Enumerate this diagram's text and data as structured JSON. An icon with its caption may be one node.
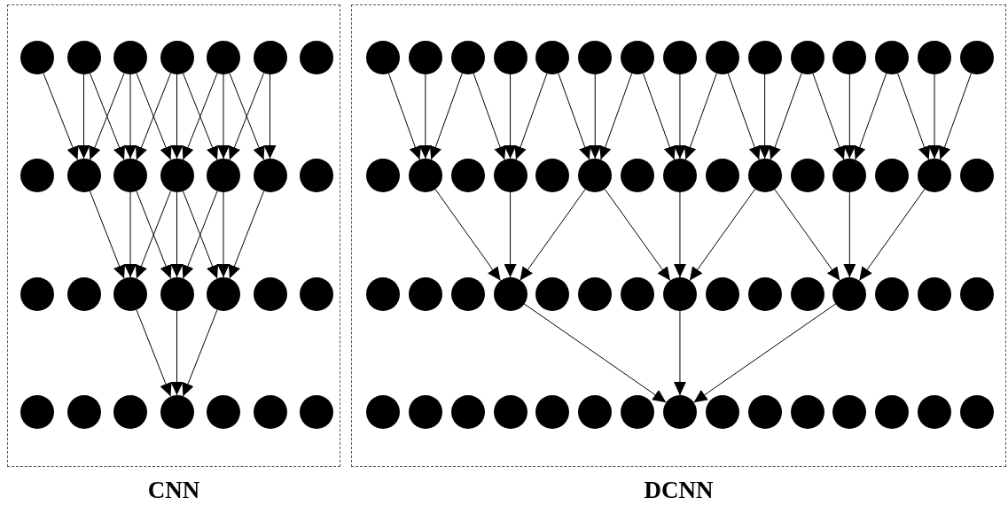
{
  "diagram": {
    "nodes": [
      {
        "text": [
          "CNN"
        ]
      },
      {
        "text": [],
        "shape": "circle",
        "in": 0
      },
      {
        "text": [],
        "shape": "circle",
        "in": 0
      },
      {
        "text": [],
        "shape": "circle",
        "in": 0
      },
      {
        "text": [],
        "shape": "circle",
        "in": 0
      },
      {
        "text": [],
        "shape": "circle",
        "in": 0
      },
      {
        "text": [],
        "shape": "circle",
        "in": 0
      },
      {
        "text": [],
        "shape": "circle",
        "in": 0
      },
      {
        "text": [],
        "shape": "circle",
        "in": 0
      },
      {
        "text": [],
        "shape": "circle",
        "in": 0
      },
      {
        "text": [],
        "shape": "circle",
        "in": 0
      },
      {
        "text": [],
        "shape": "circle",
        "in": 0
      },
      {
        "text": [],
        "shape": "circle",
        "in": 0
      },
      {
        "text": [],
        "shape": "circle",
        "in": 0
      },
      {
        "text": [],
        "shape": "circle",
        "in": 0
      },
      {
        "text": [],
        "shape": "circle",
        "in": 0
      },
      {
        "text": [],
        "shape": "circle",
        "in": 0
      },
      {
        "text": [],
        "shape": "circle",
        "in": 0
      },
      {
        "text": [],
        "shape": "circle",
        "in": 0
      },
      {
        "text": [],
        "shape": "circle",
        "in": 0
      },
      {
        "text": [],
        "shape": "circle",
        "in": 0
      },
      {
        "text": [],
        "shape": "circle",
        "in": 0
      },
      {
        "text": [],
        "shape": "circle",
        "in": 0
      },
      {
        "text": [],
        "shape": "circle",
        "in": 0
      },
      {
        "text": [],
        "shape": "circle",
        "in": 0
      },
      {
        "text": [],
        "shape": "circle",
        "in": 0
      },
      {
        "text": [],
        "shape": "circle",
        "in": 0
      },
      {
        "text": [],
        "shape": "circle",
        "in": 0
      },
      {
        "text": [],
        "shape": "circle",
        "in": 0
      },
      {
        "text": [
          "DCNN"
        ]
      },
      {
        "text": [],
        "shape": "circle",
        "in": 29
      },
      {
        "text": [],
        "shape": "circle",
        "in": 29
      },
      {
        "text": [],
        "shape": "circle",
        "in": 29
      },
      {
        "text": [],
        "shape": "circle",
        "in": 29
      },
      {
        "text": [],
        "shape": "circle",
        "in": 29
      },
      {
        "text": [],
        "shape": "circle",
        "in": 29
      },
      {
        "text": [],
        "shape": "circle",
        "in": 29
      },
      {
        "text": [],
        "shape": "circle",
        "in": 29
      },
      {
        "text": [],
        "shape": "circle",
        "in": 29
      },
      {
        "text": [],
        "shape": "circle",
        "in": 29
      },
      {
        "text": [],
        "shape": "circle",
        "in": 29
      },
      {
        "text": [],
        "shape": "circle",
        "in": 29
      },
      {
        "text": [],
        "shape": "circle",
        "in": 29
      },
      {
        "text": [],
        "shape": "circle",
        "in": 29
      },
      {
        "text": [],
        "shape": "circle",
        "in": 29
      },
      {
        "text": [],
        "shape": "circle",
        "in": 29
      },
      {
        "text": [],
        "shape": "circle",
        "in": 29
      },
      {
        "text": [],
        "shape": "circle",
        "in": 29
      },
      {
        "text": [],
        "shape": "circle",
        "in": 29
      },
      {
        "text": [],
        "shape": "circle",
        "in": 29
      },
      {
        "text": [],
        "shape": "circle",
        "in": 29
      },
      {
        "text": [],
        "shape": "circle",
        "in": 29
      },
      {
        "text": [],
        "shape": "circle",
        "in": 29
      },
      {
        "text": [],
        "shape": "circle",
        "in": 29
      },
      {
        "text": [],
        "shape": "circle",
        "in": 29
      },
      {
        "text": [],
        "shape": "circle",
        "in": 29
      },
      {
        "text": [],
        "shape": "circle",
        "in": 29
      },
      {
        "text": [],
        "shape": "circle",
        "in": 29
      },
      {
        "text": [],
        "shape": "circle",
        "in": 29
      },
      {
        "text": [],
        "shape": "circle",
        "in": 29
      },
      {
        "text": [],
        "shape": "circle",
        "in": 29
      },
      {
        "text": [],
        "shape": "circle",
        "in": 29
      },
      {
        "text": [],
        "shape": "circle",
        "in": 29
      },
      {
        "text": [],
        "shape": "circle",
        "in": 29
      },
      {
        "text": [],
        "shape": "circle",
        "in": 29
      },
      {
        "text": [],
        "shape": "circle",
        "in": 29
      },
      {
        "text": [],
        "shape": "circle",
        "in": 29
      },
      {
        "text": [],
        "shape": "circle",
        "in": 29
      },
      {
        "text": [],
        "shape": "circle",
        "in": 29
      },
      {
        "text": [],
        "shape": "circle",
        "in": 29
      },
      {
        "text": [],
        "shape": "circle",
        "in": 29
      },
      {
        "text": [],
        "shape": "circle",
        "in": 29
      },
      {
        "text": [],
        "shape": "circle",
        "in": 29
      },
      {
        "text": [],
        "shape": "circle",
        "in": 29
      },
      {
        "text": [],
        "shape": "circle",
        "in": 29
      },
      {
        "text": [],
        "shape": "circle",
        "in": 29
      },
      {
        "text": [],
        "shape": "circle",
        "in": 29
      },
      {
        "text": [],
        "shape": "circle",
        "in": 29
      },
      {
        "text": [],
        "shape": "circle",
        "in": 29
      },
      {
        "text": [],
        "shape": "circle",
        "in": 29
      },
      {
        "text": [],
        "shape": "circle",
        "in": 29
      },
      {
        "text": [],
        "shape": "circle",
        "in": 29
      },
      {
        "text": [],
        "shape": "circle",
        "in": 29
      },
      {
        "text": [],
        "shape": "circle",
        "in": 29
      },
      {
        "text": [],
        "shape": "circle",
        "in": 29
      },
      {
        "text": [],
        "shape": "circle",
        "in": 29
      },
      {
        "text": [],
        "shape": "circle",
        "in": 29
      },
      {
        "text": [],
        "shape": "circle",
        "in": 29
      },
      {
        "text": [],
        "shape": "circle",
        "in": 29
      },
      {
        "text": [],
        "shape": "circle",
        "in": 29
      }
    ],
    "edges": [
      {
        "from": 1,
        "to": 9,
        "arrow": "to"
      },
      {
        "from": 2,
        "to": 9,
        "arrow": "to"
      },
      {
        "from": 3,
        "to": 9,
        "arrow": "to"
      },
      {
        "from": 2,
        "to": 10,
        "arrow": "to"
      },
      {
        "from": 3,
        "to": 10,
        "arrow": "to"
      },
      {
        "from": 4,
        "to": 10,
        "arrow": "to"
      },
      {
        "from": 3,
        "to": 11,
        "arrow": "to"
      },
      {
        "from": 4,
        "to": 11,
        "arrow": "to"
      },
      {
        "from": 5,
        "to": 11,
        "arrow": "to"
      },
      {
        "from": 4,
        "to": 12,
        "arrow": "to"
      },
      {
        "from": 5,
        "to": 12,
        "arrow": "to"
      },
      {
        "from": 6,
        "to": 12,
        "arrow": "to"
      },
      {
        "from": 5,
        "to": 13,
        "arrow": "to"
      },
      {
        "from": 6,
        "to": 13,
        "arrow": "to"
      },
      {
        "from": 9,
        "to": 17,
        "arrow": "to"
      },
      {
        "from": 10,
        "to": 17,
        "arrow": "to"
      },
      {
        "from": 11,
        "to": 17,
        "arrow": "to"
      },
      {
        "from": 10,
        "to": 18,
        "arrow": "to"
      },
      {
        "from": 11,
        "to": 18,
        "arrow": "to"
      },
      {
        "from": 12,
        "to": 18,
        "arrow": "to"
      },
      {
        "from": 11,
        "to": 19,
        "arrow": "to"
      },
      {
        "from": 12,
        "to": 19,
        "arrow": "to"
      },
      {
        "from": 13,
        "to": 19,
        "arrow": "to"
      },
      {
        "from": 17,
        "to": 25,
        "arrow": "to"
      },
      {
        "from": 18,
        "to": 25,
        "arrow": "to"
      },
      {
        "from": 19,
        "to": 25,
        "arrow": "to"
      },
      {
        "from": 30,
        "to": 46,
        "arrow": "to"
      },
      {
        "from": 31,
        "to": 46,
        "arrow": "to"
      },
      {
        "from": 32,
        "to": 46,
        "arrow": "to"
      },
      {
        "from": 32,
        "to": 48,
        "arrow": "to"
      },
      {
        "from": 33,
        "to": 48,
        "arrow": "to"
      },
      {
        "from": 34,
        "to": 48,
        "arrow": "to"
      },
      {
        "from": 34,
        "to": 50,
        "arrow": "to"
      },
      {
        "from": 35,
        "to": 50,
        "arrow": "to"
      },
      {
        "from": 36,
        "to": 50,
        "arrow": "to"
      },
      {
        "from": 36,
        "to": 52,
        "arrow": "to"
      },
      {
        "from": 37,
        "to": 52,
        "arrow": "to"
      },
      {
        "from": 38,
        "to": 52,
        "arrow": "to"
      },
      {
        "from": 38,
        "to": 54,
        "arrow": "to"
      },
      {
        "from": 39,
        "to": 54,
        "arrow": "to"
      },
      {
        "from": 40,
        "to": 54,
        "arrow": "to"
      },
      {
        "from": 40,
        "to": 56,
        "arrow": "to"
      },
      {
        "from": 41,
        "to": 56,
        "arrow": "to"
      },
      {
        "from": 42,
        "to": 56,
        "arrow": "to"
      },
      {
        "from": 42,
        "to": 58,
        "arrow": "to"
      },
      {
        "from": 43,
        "to": 58,
        "arrow": "to"
      },
      {
        "from": 44,
        "to": 58,
        "arrow": "to"
      },
      {
        "from": 46,
        "to": 63,
        "arrow": "to"
      },
      {
        "from": 48,
        "to": 63,
        "arrow": "to"
      },
      {
        "from": 50,
        "to": 63,
        "arrow": "to"
      },
      {
        "from": 50,
        "to": 67,
        "arrow": "to"
      },
      {
        "from": 52,
        "to": 67,
        "arrow": "to"
      },
      {
        "from": 54,
        "to": 67,
        "arrow": "to"
      },
      {
        "from": 54,
        "to": 71,
        "arrow": "to"
      },
      {
        "from": 56,
        "to": 71,
        "arrow": "to"
      },
      {
        "from": 58,
        "to": 71,
        "arrow": "to"
      },
      {
        "from": 63,
        "to": 82,
        "arrow": "to"
      },
      {
        "from": 67,
        "to": 82,
        "arrow": "to"
      },
      {
        "from": 71,
        "to": 82,
        "arrow": "to"
      }
    ]
  }
}
